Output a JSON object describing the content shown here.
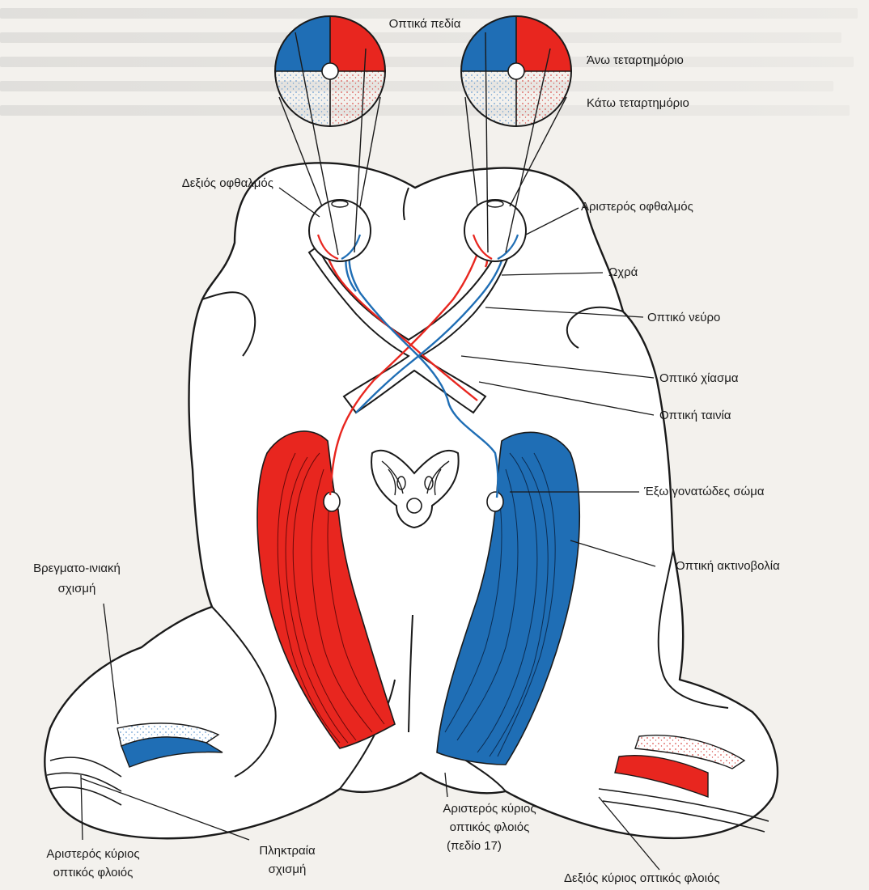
{
  "labels": {
    "visual_fields": "Οπτικά πεδία",
    "upper_quadrant": "Άνω τεταρτημόριο",
    "lower_quadrant": "Κάτω τεταρτημόριο",
    "right_eye": "Δεξιός οφθαλμός",
    "left_eye": "Αριστερός οφθαλμός",
    "macula": "Ωχρά",
    "optic_nerve": "Οπτικό νεύρο",
    "optic_chiasm": "Οπτικό χίασμα",
    "optic_tract": "Οπτική ταινία",
    "lateral_geniculate": "Έξω γονατώδες σώμα",
    "optic_radiation": "Οπτική ακτινοβολία",
    "parieto_occipital_line1": "Βρεγματο-ινιακή",
    "parieto_occipital_line2": "σχισμή",
    "left_cortex_center_line1": "Αριστερός κύριος",
    "left_cortex_center_line2": "οπτικός φλοιός",
    "left_cortex_center_line3": "(πεδίο 17)",
    "left_cortex_line1": "Αριστερός κύριος",
    "left_cortex_line2": "οπτικός φλοιός",
    "calcarine_line1": "Πληκτραία",
    "calcarine_line2": "σχισμή",
    "right_cortex": "Δεξιός κύριος οπτικός φλοιός"
  },
  "colors": {
    "red": "#e8261f",
    "blue": "#1f6eb5",
    "outline": "#1a1a1a",
    "stipple": "#d9534f"
  }
}
